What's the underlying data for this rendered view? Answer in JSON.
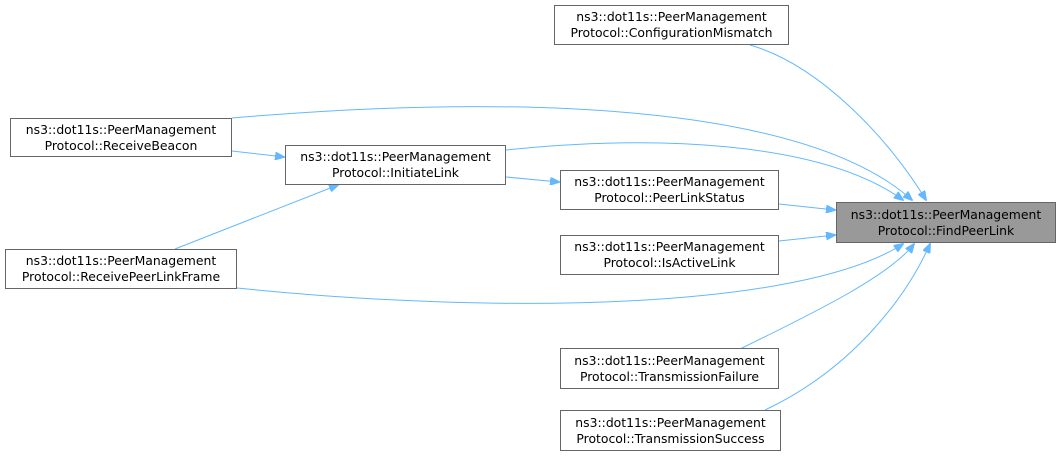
{
  "colors": {
    "edge": "#63b8ff",
    "node_border": "#666666",
    "node_fill": "#ffffff",
    "highlight_fill": "#999999"
  },
  "nodes": [
    {
      "id": "configmismatch",
      "line1": "ns3::dot11s::PeerManagement",
      "line2": "Protocol::ConfigurationMismatch"
    },
    {
      "id": "receivebeacon",
      "line1": "ns3::dot11s::PeerManagement",
      "line2": "Protocol::ReceiveBeacon"
    },
    {
      "id": "initiatelink",
      "line1": "ns3::dot11s::PeerManagement",
      "line2": "Protocol::InitiateLink"
    },
    {
      "id": "peerlinkstatus",
      "line1": "ns3::dot11s::PeerManagement",
      "line2": "Protocol::PeerLinkStatus"
    },
    {
      "id": "findpeerlink",
      "line1": "ns3::dot11s::PeerManagement",
      "line2": "Protocol::FindPeerLink"
    },
    {
      "id": "isactivelink",
      "line1": "ns3::dot11s::PeerManagement",
      "line2": "Protocol::IsActiveLink"
    },
    {
      "id": "receivepeerlinkframe",
      "line1": "ns3::dot11s::PeerManagement",
      "line2": "Protocol::ReceivePeerLinkFrame"
    },
    {
      "id": "transmissionfailure",
      "line1": "ns3::dot11s::PeerManagement",
      "line2": "Protocol::TransmissionFailure"
    },
    {
      "id": "transmissionsuccess",
      "line1": "ns3::dot11s::PeerManagement",
      "line2": "Protocol::TransmissionSuccess"
    }
  ],
  "edges": [
    {
      "from": "configmismatch",
      "to": "findpeerlink"
    },
    {
      "from": "receivebeacon",
      "to": "findpeerlink"
    },
    {
      "from": "receivebeacon",
      "to": "initiatelink"
    },
    {
      "from": "initiatelink",
      "to": "findpeerlink"
    },
    {
      "from": "initiatelink",
      "to": "peerlinkstatus"
    },
    {
      "from": "peerlinkstatus",
      "to": "findpeerlink"
    },
    {
      "from": "isactivelink",
      "to": "findpeerlink"
    },
    {
      "from": "receivepeerlinkframe",
      "to": "initiatelink"
    },
    {
      "from": "receivepeerlinkframe",
      "to": "findpeerlink"
    },
    {
      "from": "transmissionfailure",
      "to": "findpeerlink"
    },
    {
      "from": "transmissionsuccess",
      "to": "findpeerlink"
    }
  ]
}
